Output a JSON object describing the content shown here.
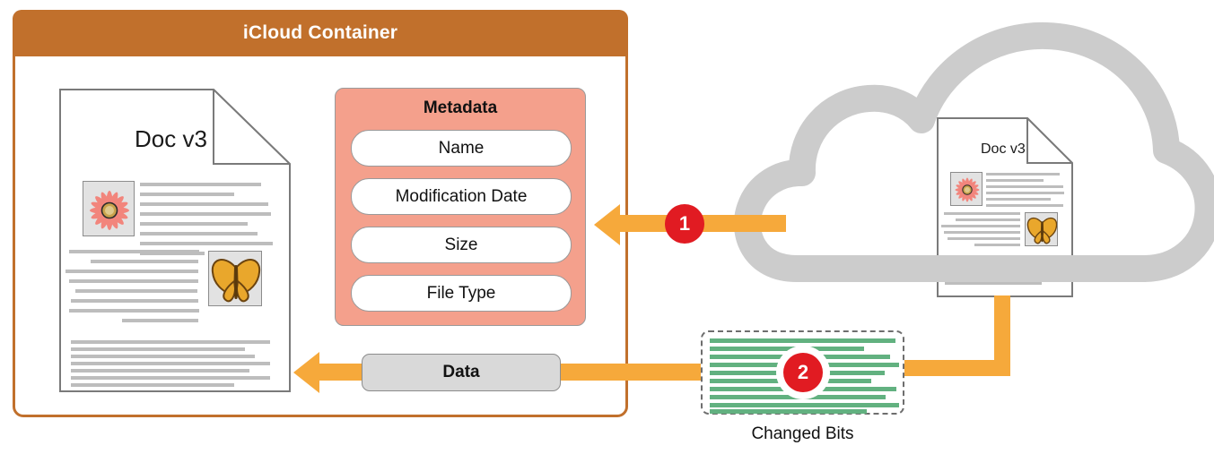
{
  "container": {
    "title": "iCloud Container"
  },
  "documents": {
    "local": {
      "title": "Doc v3",
      "flower_icon": "flower-image",
      "butterfly_icon": "butterfly-image"
    },
    "cloud": {
      "title": "Doc v3",
      "flower_icon": "flower-image",
      "butterfly_icon": "butterfly-image"
    }
  },
  "metadata": {
    "title": "Metadata",
    "fields": [
      "Name",
      "Modification Date",
      "Size",
      "File Type"
    ]
  },
  "data_pill": {
    "label": "Data"
  },
  "steps": [
    {
      "number": "1",
      "describes": "metadata-transfer-arrow"
    },
    {
      "number": "2",
      "describes": "changed-bits-transfer-arrow"
    }
  ],
  "changed_bits": {
    "caption": "Changed Bits"
  },
  "cloud": {
    "icon": "cloud-shape"
  },
  "colors": {
    "container_border": "#C1702C",
    "header_fill": "#C1702C",
    "metadata_fill": "#F4A08C",
    "arrow": "#F6A93B",
    "badge": "#E11B22",
    "cloud": "#CCCCCC",
    "bits": "#62B180",
    "data_pill": "#D9D9D9"
  }
}
